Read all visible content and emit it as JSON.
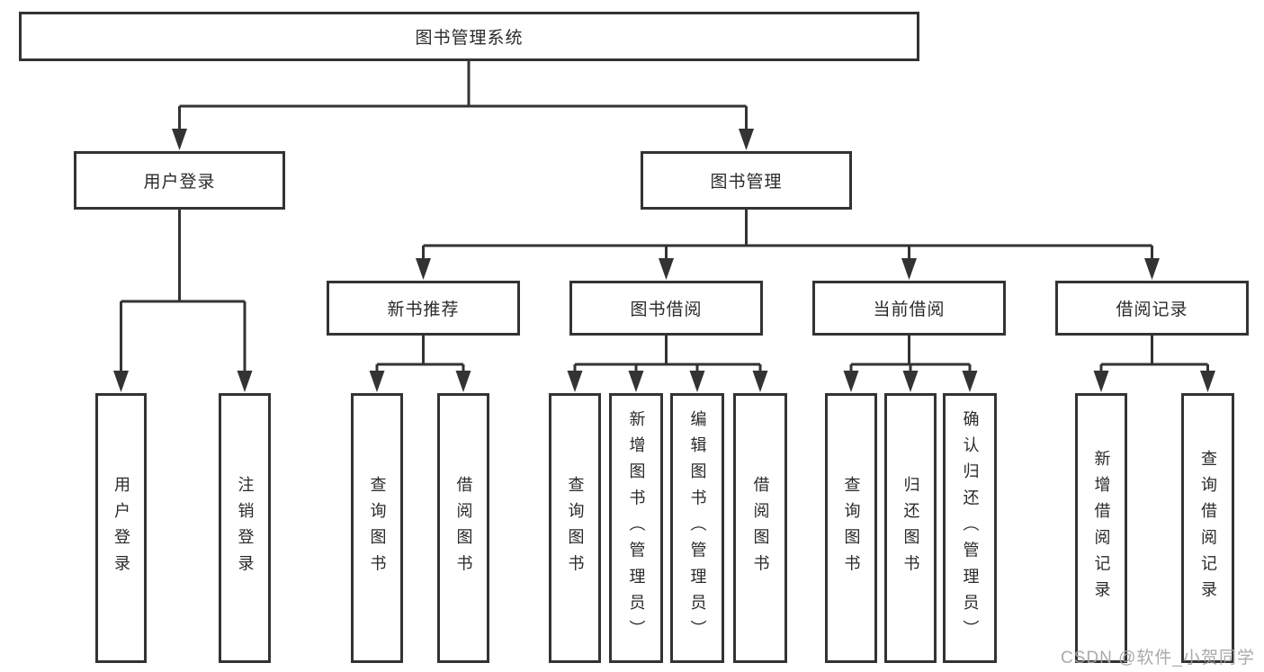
{
  "tree": {
    "label": "图书管理系统",
    "children": [
      {
        "label": "用户登录",
        "children": [
          {
            "label": "用户登录"
          },
          {
            "label": "注销登录"
          }
        ]
      },
      {
        "label": "图书管理",
        "children": [
          {
            "label": "新书推荐",
            "children": [
              {
                "label": "查询图书"
              },
              {
                "label": "借阅图书"
              }
            ]
          },
          {
            "label": "图书借阅",
            "children": [
              {
                "label": "查询图书"
              },
              {
                "label": "新增图书（管理员）"
              },
              {
                "label": "编辑图书（管理员）"
              },
              {
                "label": "借阅图书"
              }
            ]
          },
          {
            "label": "当前借阅",
            "children": [
              {
                "label": "查询图书"
              },
              {
                "label": "归还图书"
              },
              {
                "label": "确认归还（管理员）"
              }
            ]
          },
          {
            "label": "借阅记录",
            "children": [
              {
                "label": "新增借阅记录"
              },
              {
                "label": "查询借阅记录"
              }
            ]
          }
        ]
      }
    ]
  },
  "watermark": {
    "text": "CSDN @软件_小贺同学"
  },
  "colors": {
    "box_border": "#333333",
    "connector": "#333333",
    "text": "#2a2a2a",
    "watermark": "#a3a3a3",
    "background": "#ffffff"
  }
}
